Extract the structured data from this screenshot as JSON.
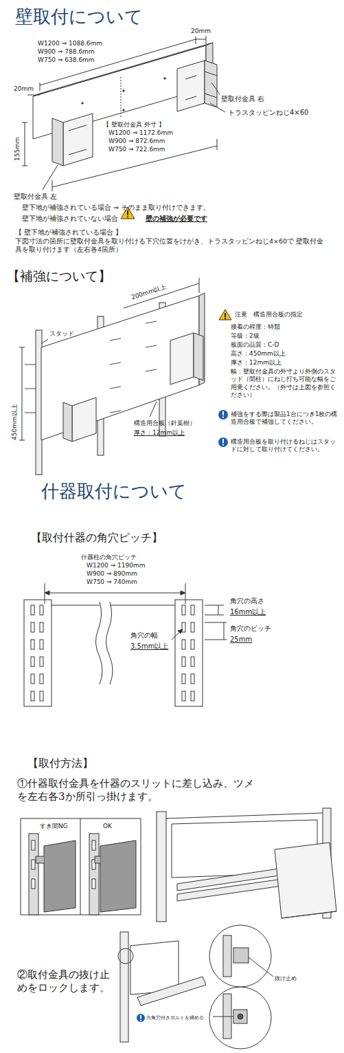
{
  "diagram": {
    "title": "壁取付について",
    "labels": [
      "W1200 ⇒ 1088.6mm",
      "W900 ⇒ 788.6mm",
      "W750 ⇒ 638.6mm",
      "20mm",
      "20mm",
      "155mm",
      "壁取付金具 右",
      "トラスタッピンねじ4×60",
      "【 壁取付金具 外寸 】",
      "W1200 ⇒ 1172.6mm",
      "W900 ⇒ 872.6mm",
      "W750 ⇒ 722.6mm",
      "壁取付金具 左",
      "壁下地が補強されている場合 ⇒ そのまま取り付けできます。",
      "壁下地が補強されていない場合",
      "壁の補強が必要です",
      "【 壁下地が補強されている場合 】",
      "下図寸法の箇所に壁取付金具を取り付ける下穴位置をけがき、トラスタッピンねじ4×60で 壁取付金具を取り付けます（左右各4箇所）",
      "【補強について】",
      "200mm以上",
      "スタッド",
      "構造用合板（針葉樹）",
      "厚さ：12mm以上",
      "450mm以上",
      "注意　構造用合板の指定",
      "接着の程度：特類",
      "等級：2級",
      "板面の品質：C-D",
      "高さ：450mm以上",
      "厚さ：12mm以上",
      "幅：壁取付金具の外寸より外側のスタッド（間柱）にねじ打ち可能な幅をご用意ください。（外寸は上図を参照ください）",
      "補強をする際は製品1台につき1枚の構造用合板で補強してください。",
      "構造用合板を取り付けるねじはスタッドに対して取り付けてください。",
      "什器取付について",
      "【取付什器の角穴ピッチ】",
      "什器柱の角穴ピッチ",
      "W1200 ⇒ 1190mm",
      "W900 ⇒ 890mm",
      "W750 ⇒ 740mm",
      "角穴の高さ",
      "16mm以上",
      "角穴のピッチ",
      "25mm",
      "角穴の幅",
      "3.5mm以上",
      "【取付方法】",
      "①什器取付金具を什器のスリットに差し込み、ツメを左右各3か所引っ掛けます。",
      "すき間NG",
      "OK",
      "②取付金具の抜け止めをロックします。",
      "抜け止め",
      "六角穴付きボルトを締める"
    ]
  }
}
